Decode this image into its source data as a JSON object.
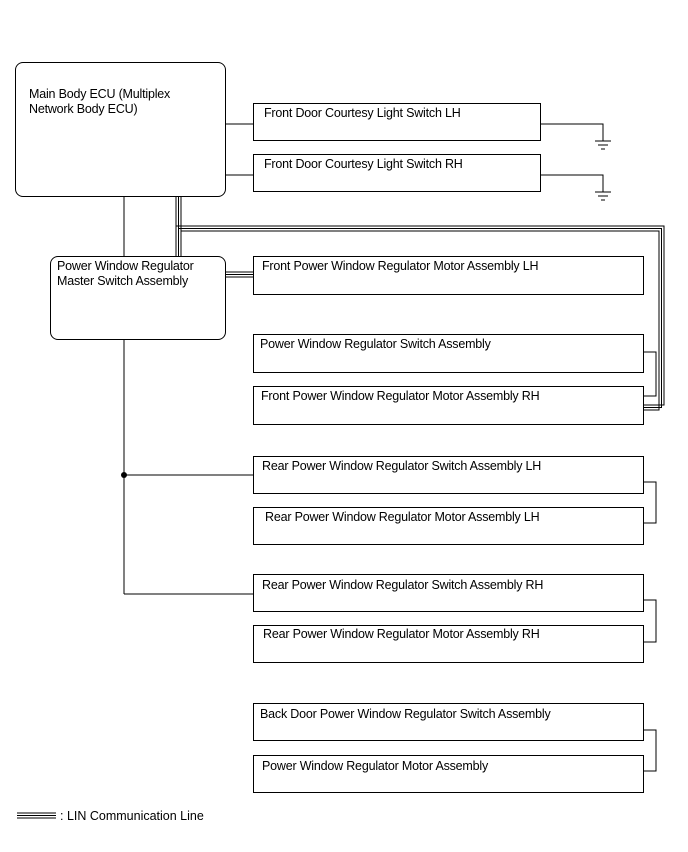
{
  "components": {
    "main_body_ecu": "Main Body ECU (Multiplex\nNetwork Body ECU)",
    "master_switch": "Power Window Regulator\nMaster Switch Assembly",
    "courtesy_lh": "Front Door Courtesy Light Switch LH",
    "courtesy_rh": "Front Door Courtesy Light Switch RH",
    "front_motor_lh": "Front Power Window Regulator Motor Assembly LH",
    "pw_switch": "Power Window Regulator Switch Assembly",
    "front_motor_rh": "Front Power Window Regulator Motor Assembly RH",
    "rear_switch_lh": "Rear Power Window Regulator Switch Assembly LH",
    "rear_motor_lh": "Rear Power Window Regulator Motor Assembly LH",
    "rear_switch_rh": "Rear Power Window Regulator Switch Assembly RH",
    "rear_motor_rh": "Rear Power Window Regulator Motor Assembly RH",
    "back_door_switch": "Back Door Power Window Regulator Switch Assembly",
    "pw_motor": "Power Window Regulator Motor Assembly"
  },
  "legend": {
    "lin_line": ": LIN Communication Line"
  }
}
